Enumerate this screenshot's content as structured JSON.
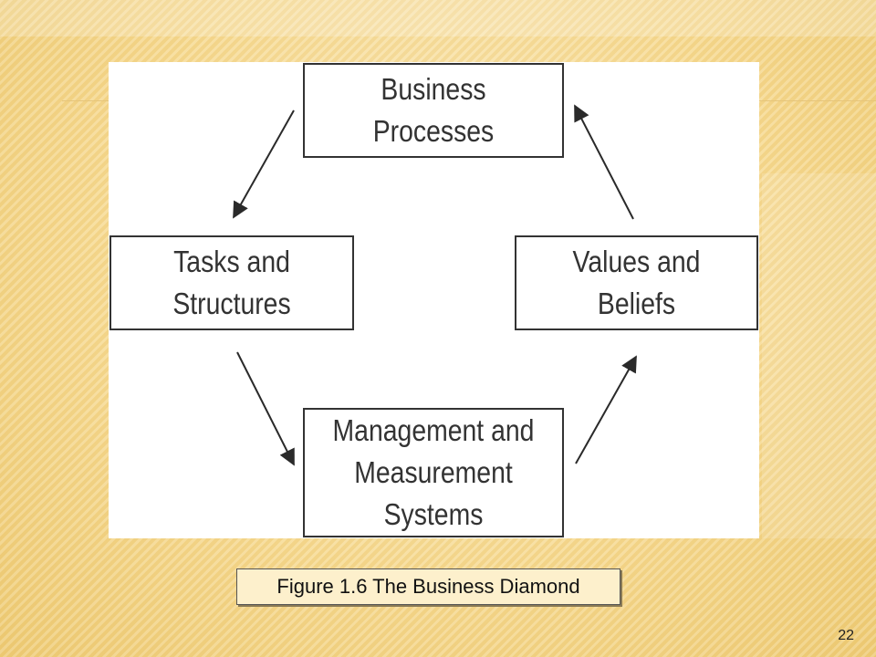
{
  "diagram": {
    "nodes": {
      "business_processes": "Business Processes",
      "tasks_structures": "Tasks and Structures",
      "values_beliefs": "Values and Beliefs",
      "management_systems": "Management and\nMeasurement Systems"
    },
    "edges": [
      {
        "from": "business_processes",
        "to": "tasks_structures"
      },
      {
        "from": "tasks_structures",
        "to": "management_systems"
      },
      {
        "from": "management_systems",
        "to": "values_beliefs"
      },
      {
        "from": "values_beliefs",
        "to": "business_processes"
      }
    ]
  },
  "caption": "Figure 1.6 The Business Diamond",
  "page_number": "22"
}
